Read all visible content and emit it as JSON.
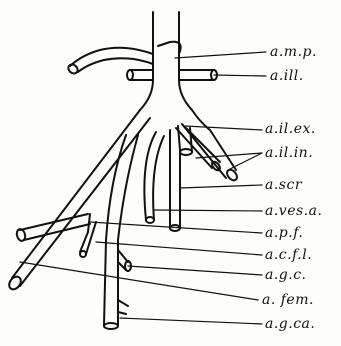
{
  "figure": {
    "labels": [
      {
        "id": "amp",
        "text": "a.m.p."
      },
      {
        "id": "ail",
        "text": "a.ill."
      },
      {
        "id": "ailex",
        "text": "a.il.ex."
      },
      {
        "id": "ailin",
        "text": "a.il.in."
      },
      {
        "id": "ascr",
        "text": "a.scr"
      },
      {
        "id": "avesa",
        "text": "a.ves.a."
      },
      {
        "id": "apf",
        "text": "a.p.f."
      },
      {
        "id": "acfl",
        "text": "a.c.f.l."
      },
      {
        "id": "agc",
        "text": "a.g.c."
      },
      {
        "id": "afem",
        "text": "a. fem."
      },
      {
        "id": "agca",
        "text": "a.g.ca."
      }
    ]
  }
}
